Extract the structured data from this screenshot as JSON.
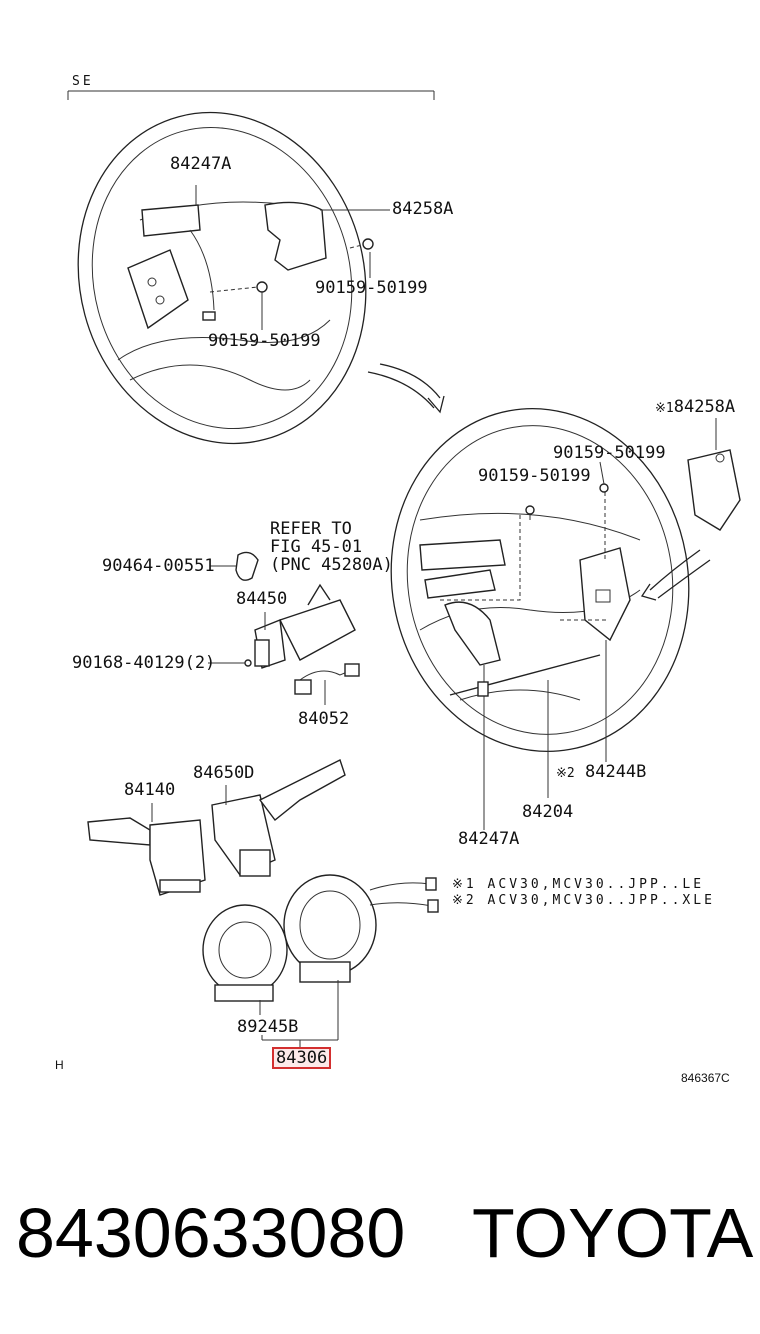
{
  "diagram": {
    "group_label": "SE",
    "labels": {
      "p84247A_top": "84247A",
      "p84258A_top": "84258A",
      "p90159_top_right": "90159-50199",
      "p90159_top_left": "90159-50199",
      "p84258A_right": "84258A",
      "p84258A_right_prefix": "※1",
      "p90159_mid_right": "90159-50199",
      "p90159_mid_left": "90159-50199",
      "refer_line1": "REFER TO",
      "refer_line2": "FIG 45-01",
      "refer_line3": "(PNC 45280A)",
      "p90464": "90464-00551",
      "p84450": "84450",
      "p90168": "90168-40129(2)",
      "p84052": "84052",
      "p84140": "84140",
      "p84650D": "84650D",
      "p84244B_prefix": "※2",
      "p84244B": "84244B",
      "p84204": "84204",
      "p84247A_bottom": "84247A",
      "note1": "※1 ACV30,MCV30..JPP..LE",
      "note2": "※2 ACV30,MCV30..JPP..XLE",
      "p89245B": "89245B",
      "p84306": "84306",
      "corner_h": "H",
      "figure_code": "846367C"
    }
  },
  "footer": {
    "part_number": "8430633080",
    "brand": "TOYOTA"
  },
  "colors": {
    "highlight_border": "#d32f2f",
    "highlight_fill": "#fde9e9"
  }
}
